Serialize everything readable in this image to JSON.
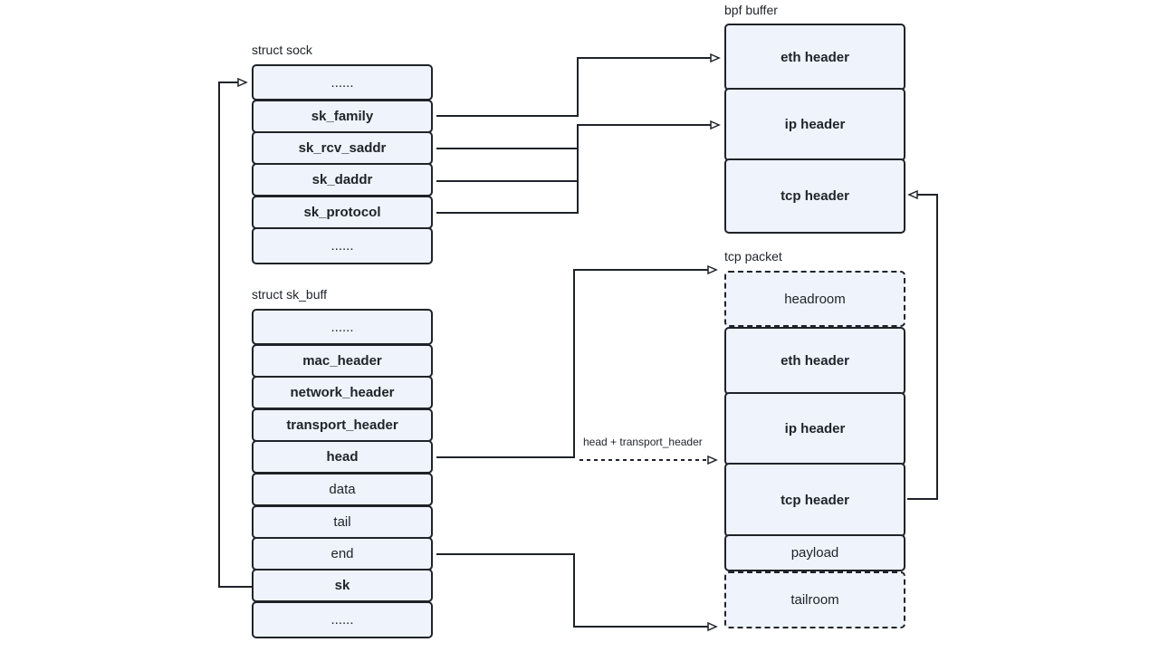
{
  "groups": {
    "sock": {
      "title": "struct sock",
      "fields": [
        {
          "label": "......",
          "bold": false
        },
        {
          "label": "sk_family",
          "bold": true
        },
        {
          "label": "sk_rcv_saddr",
          "bold": true
        },
        {
          "label": "sk_daddr",
          "bold": true
        },
        {
          "label": "sk_protocol",
          "bold": true
        },
        {
          "label": "......",
          "bold": false
        }
      ]
    },
    "sk_buff": {
      "title": "struct sk_buff",
      "fields": [
        {
          "label": "......",
          "bold": false
        },
        {
          "label": "mac_header",
          "bold": true
        },
        {
          "label": "network_header",
          "bold": true
        },
        {
          "label": "transport_header",
          "bold": true
        },
        {
          "label": "head",
          "bold": true
        },
        {
          "label": "data",
          "bold": false
        },
        {
          "label": "tail",
          "bold": false
        },
        {
          "label": "end",
          "bold": false
        },
        {
          "label": "sk",
          "bold": true
        },
        {
          "label": "......",
          "bold": false
        }
      ]
    },
    "bpf_buffer": {
      "title": "bpf buffer",
      "fields": [
        {
          "label": "eth header",
          "bold": true
        },
        {
          "label": "ip header",
          "bold": true
        },
        {
          "label": "tcp header",
          "bold": true
        }
      ]
    },
    "tcp_packet": {
      "title": "tcp packet",
      "fields": [
        {
          "label": "headroom",
          "bold": false,
          "dashed": true
        },
        {
          "label": "eth header",
          "bold": true
        },
        {
          "label": "ip header",
          "bold": true
        },
        {
          "label": "tcp header",
          "bold": true
        },
        {
          "label": "payload",
          "bold": false
        },
        {
          "label": "tailroom",
          "bold": false,
          "dashed": true
        }
      ]
    }
  },
  "edge_labels": {
    "head_transport": "head + transport_header"
  },
  "colors": {
    "box_fill": "#eef3fc",
    "stroke": "#1f2329",
    "text": "#1f2329"
  }
}
